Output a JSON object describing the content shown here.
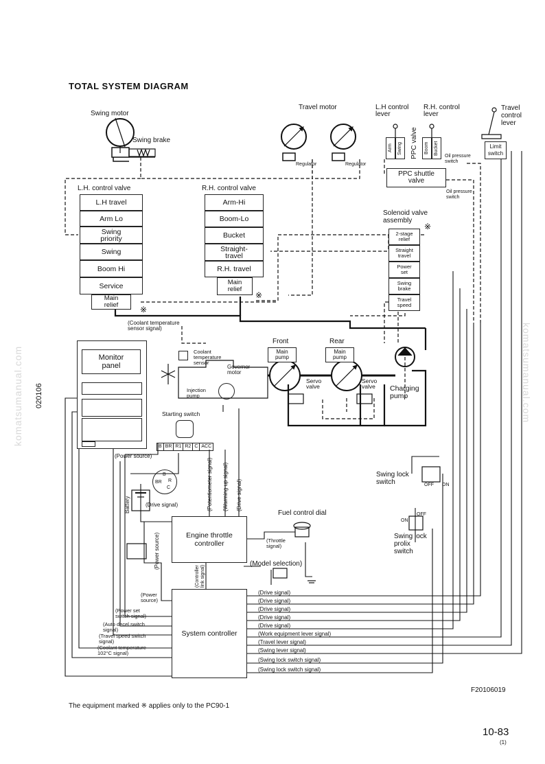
{
  "title": "TOTAL SYSTEM DIAGRAM",
  "side_code": "020106",
  "watermark": "komatsumanual.com",
  "swing_motor": {
    "label": "Swing motor",
    "brake_label": "Swing brake"
  },
  "travel_motor": {
    "label": "Travel motor",
    "regulator_left": "Regulator",
    "regulator_right": "Regulator"
  },
  "lh_control_lever": "L.H control\nlever",
  "rh_control_lever": "R.H. control\nlever",
  "travel_control_lever": "Travel\ncontrol\nlever",
  "ppc_valve": "PPC valve",
  "ppc_cells": [
    "Arm",
    "Swing",
    "Boom",
    "Bucket"
  ],
  "limit_switch": "Limit\nswitch",
  "oil_pressure_switch": "Oil pressure\nswitch",
  "ppc_shuttle_valve": "PPC shuttle\nvalve",
  "lh_control_valve": {
    "label": "L.H. control valve",
    "cells": [
      "L.H travel",
      "Arm Lo",
      "Swing\npriority",
      "Swing",
      "Boom Hi",
      "Service"
    ],
    "main_relief": "Main\nrelief"
  },
  "rh_control_valve": {
    "label": "R.H. control valve",
    "cells": [
      "Arm-Hi",
      "Boom-Lo",
      "Bucket",
      "Straight-\ntravel",
      "R.H. travel"
    ],
    "main_relief": "Main\nrelief"
  },
  "solenoid_valve": {
    "label": "Solenoid valve\nassembly",
    "cells": [
      "2-stage\nrelief",
      "Straight\ntravel",
      "Power\nset",
      "Swing\nbrake",
      "Travel\nspeed"
    ]
  },
  "mark": "※",
  "coolant_signal": "(Coolant temperature\nsensor signal)",
  "monitor_panel": "Monitor\npanel",
  "engine": {
    "coolant_sensor": "Coolant\ntemperature\nsensor",
    "governor_motor": "Governor\nmotor",
    "injection_pump": "Injection\npump"
  },
  "pumps": {
    "front": "Front",
    "rear": "Rear",
    "main_pump_front": "Main\npump",
    "main_pump_rear": "Main\npump",
    "servo_front": "Servo\nvalve",
    "servo_rear": "Servo\nvalve",
    "charging_pump": "Charging\npump"
  },
  "starting_switch": {
    "label": "Starting switch",
    "terminals": [
      "B",
      "BR",
      "R1",
      "R2",
      "C",
      "ACC"
    ],
    "rotor": [
      "B",
      "BR",
      "R",
      "C"
    ]
  },
  "battery": "Battery",
  "drive_signal_small": "(Drive signal)",
  "power_source_top": "(Power source)",
  "power_source_side": "(Power source)",
  "vertical_signals": [
    "(Potentiometer signal)",
    "(Warming up signal)",
    "(Drive signal)"
  ],
  "fuel_control_dial": "Fuel control dial",
  "throttle_signal": "(Throttle\nsignal)",
  "engine_throttle_controller": "Engine throttle\ncontroller",
  "model_selection": "(Model selection)",
  "controller_link_signal": "(Controller\nlink signal)",
  "system_controller": "System controller",
  "left_signals": [
    "(Power\nsource)",
    "(Power set\nswitch signal)",
    "(Auto decel switch\nsignal)",
    "(Travel speed switch\nsignal)",
    "(Coolant temperature\n102°C signal)"
  ],
  "right_signals": [
    "(Drive signal)",
    "(Drive signal)",
    "(Drive signal)",
    "(Drive signal)",
    "(Drive signal)",
    "(Work equipment lever signal)",
    "(Travel lever signal)",
    "(Swing lever signal)",
    "(Swing lock switch signal)",
    "(Swing lock switch signal)"
  ],
  "swing_lock_switch": "Swing lock\nswitch",
  "swing_lock_prolix_switch": "Swing lock\nprolix\nswitch",
  "switch_marks": {
    "on": "ON",
    "off": "OFF"
  },
  "figure_code": "F20106019",
  "footnote": "The equipment marked  ※  applies only to the PC90-1",
  "page_number": "10-83",
  "page_sub": "(1)"
}
